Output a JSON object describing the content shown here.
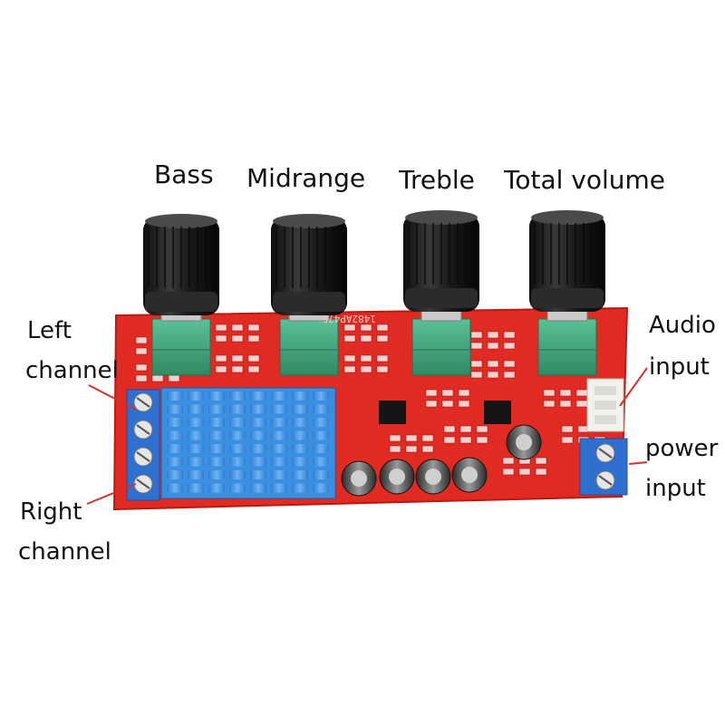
{
  "labels": {
    "bass": "Bass",
    "midrange": "Midrange",
    "treble": "Treble",
    "total_volume": "Total volume",
    "left_channel_line1": "Left",
    "left_channel_line2": "channel",
    "right_channel_line1": "Right",
    "right_channel_line2": "channel",
    "audio_input_line1": "Audio",
    "audio_input_line2": "input",
    "power_input_line1": "power",
    "power_input_line2": "input"
  },
  "board": {
    "silkscreen_text": "1482AP475",
    "knob_count": 4,
    "speaker_terminal_count": 4,
    "power_terminal_count": 2,
    "capacitor_count": 5
  },
  "colors": {
    "board_red": "#e02a22",
    "board_dark": "#b81a14",
    "pot_green": "#3fa37a",
    "knob_black": "#1c1c1c",
    "heatsink_blue": "#3b8fe0",
    "terminal_blue": "#2e6fd0",
    "pointer_line": "#d4322a"
  }
}
